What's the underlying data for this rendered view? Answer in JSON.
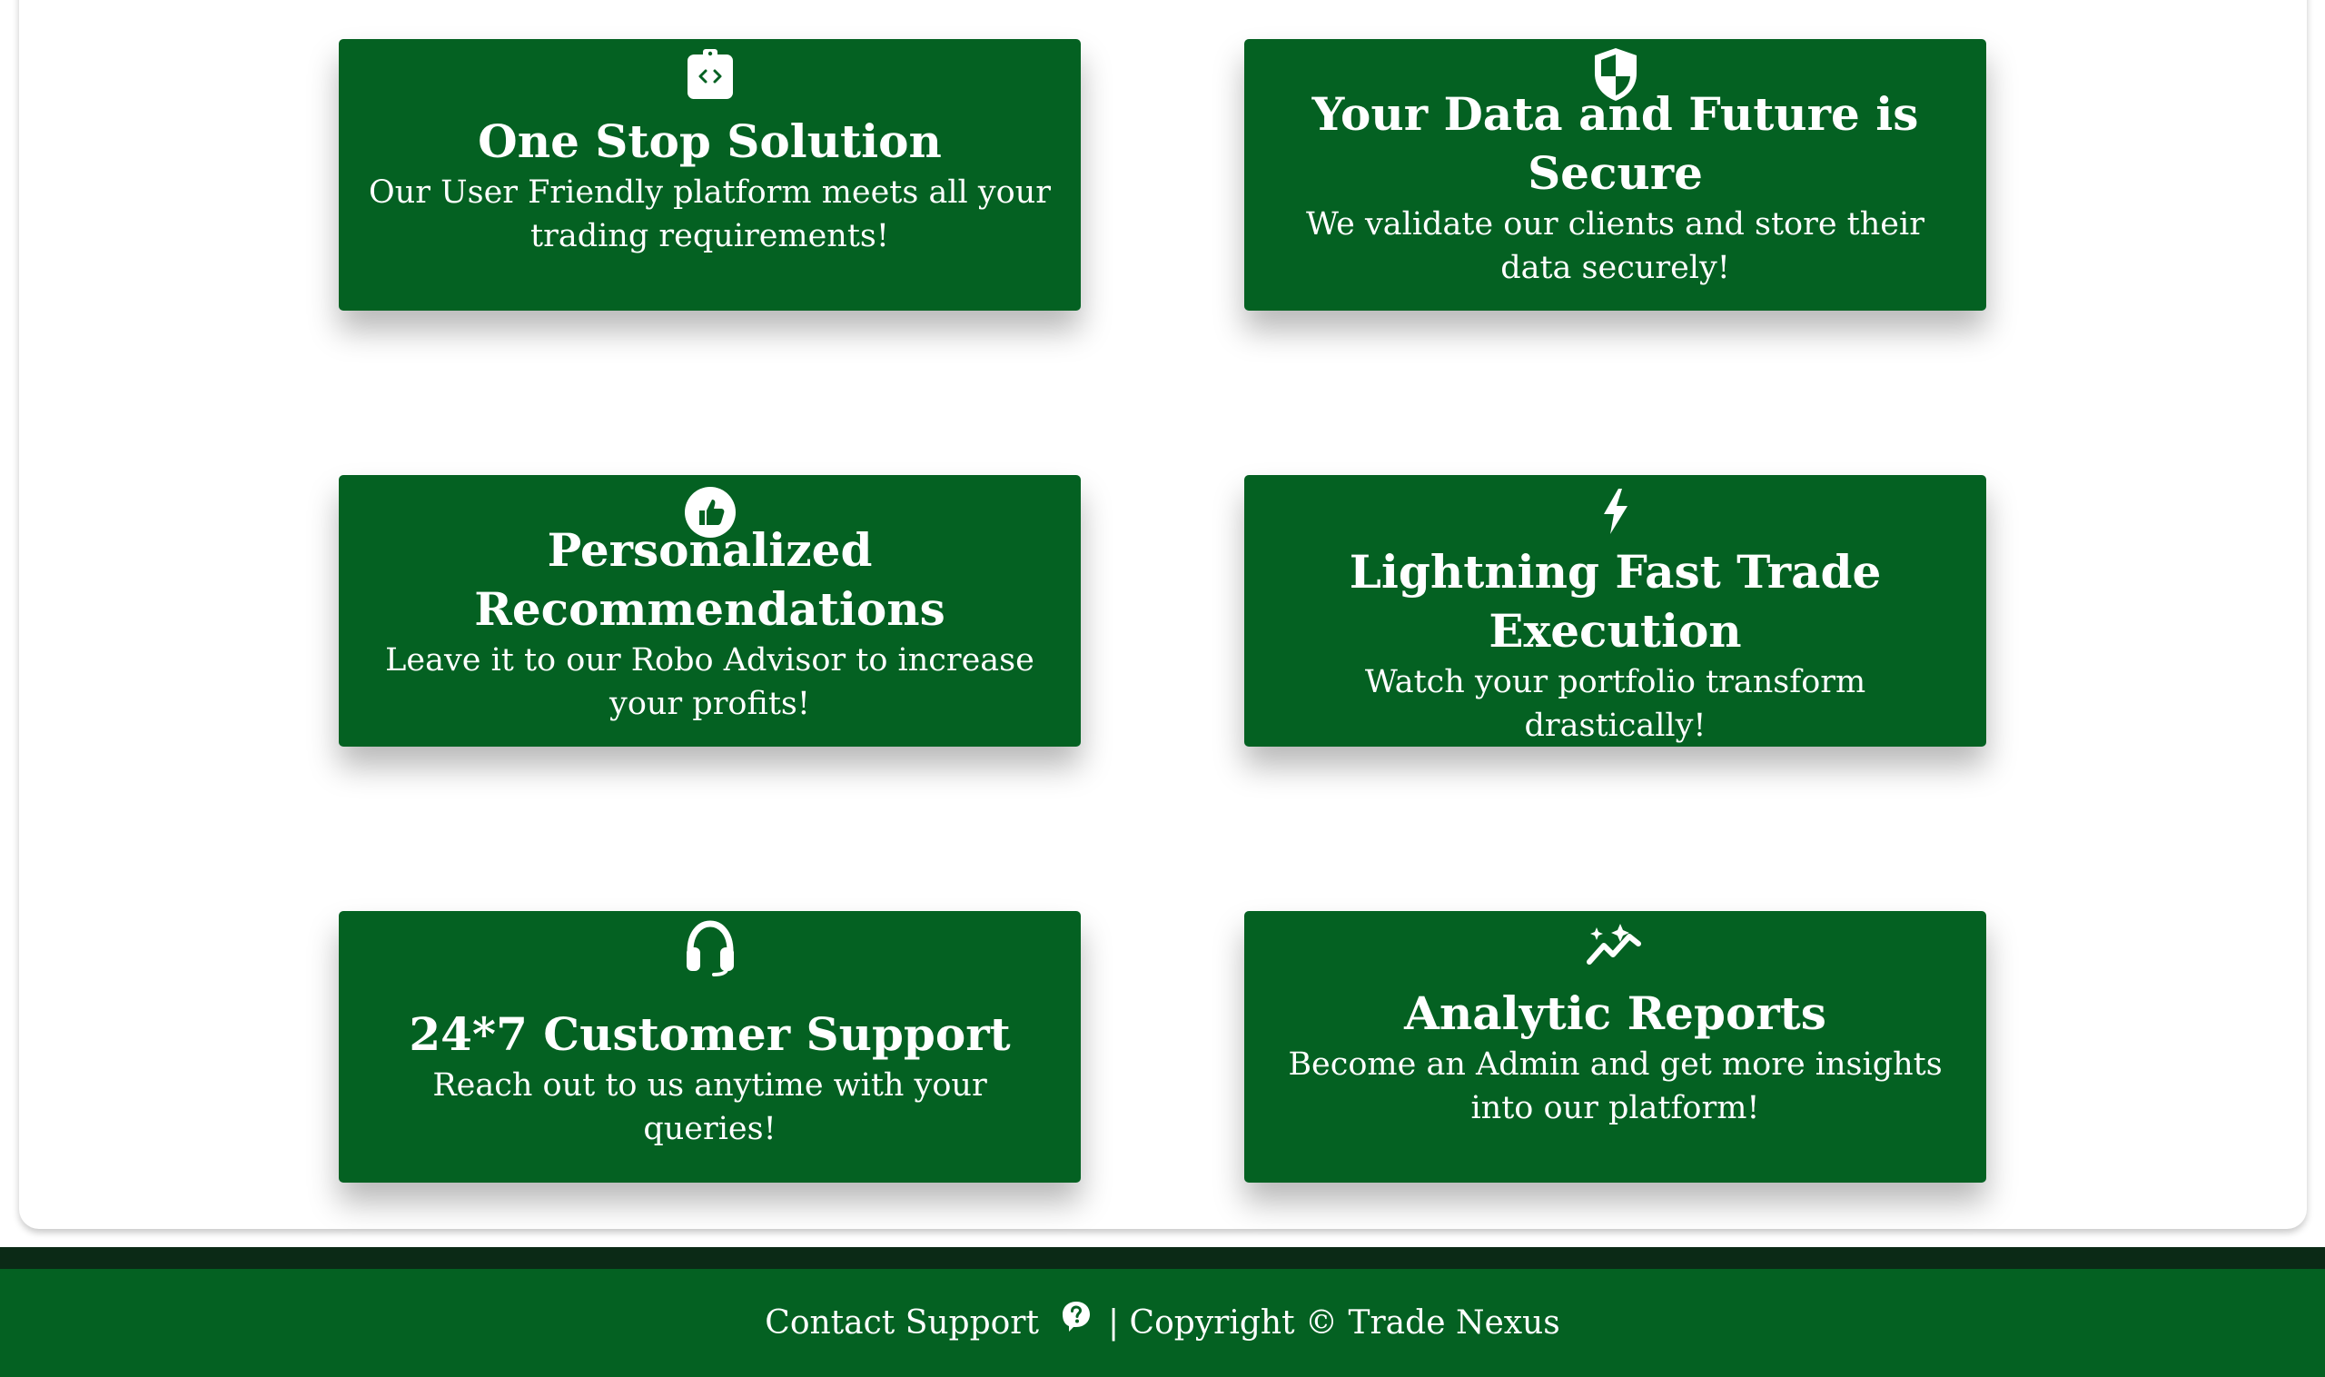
{
  "cards": [
    {
      "icon": "code-clipboard-icon",
      "title": "One Stop Solution",
      "description": "Our User Friendly platform meets all your trading requirements!"
    },
    {
      "icon": "shield-icon",
      "title": "Your Data and Future is Secure",
      "description": "We validate our clients and store their data securely!"
    },
    {
      "icon": "thumbs-up-icon",
      "title": "Personalized Recommendations",
      "description": "Leave it to our Robo Advisor to increase your profits!"
    },
    {
      "icon": "lightning-icon",
      "title": "Lightning Fast Trade Execution",
      "description": "Watch your portfolio transform drastically!"
    },
    {
      "icon": "headset-icon",
      "title": "24*7 Customer Support",
      "description": "Reach out to us anytime with your queries!"
    },
    {
      "icon": "analytics-sparkle-icon",
      "title": "Analytic Reports",
      "description": "Become an Admin and get more insights into our platform!"
    }
  ],
  "footer": {
    "contact_label": "Contact Support",
    "help_icon": "question-bubble-icon",
    "copyright_text": "| Copyright © Trade Nexus"
  },
  "colors": {
    "card_green": "#046122",
    "footer_green": "#046122",
    "footer_strip": "#0b2a16",
    "text_white": "#ffffff"
  }
}
